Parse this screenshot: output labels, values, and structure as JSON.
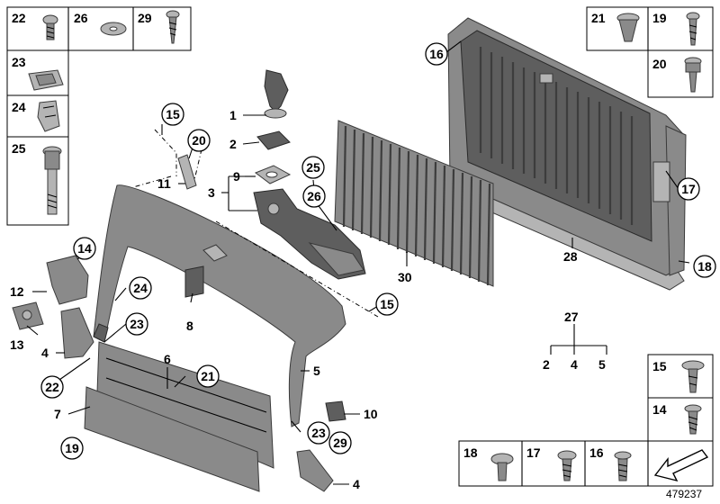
{
  "labels": {
    "l1": "1",
    "l2": "2",
    "l3": "3",
    "l4a": "4",
    "l4b": "4",
    "l5": "5",
    "l6": "6",
    "l7": "7",
    "l8": "8",
    "l9": "9",
    "l10": "10",
    "l11": "11",
    "l12": "12",
    "l13": "13",
    "l14": "14",
    "l15a": "15",
    "l15b": "15",
    "l16": "16",
    "l17": "17",
    "l18": "18",
    "l19": "19",
    "l20": "20",
    "l21": "21",
    "l22": "22",
    "l23a": "23",
    "l23b": "23",
    "l24": "24",
    "l25": "25",
    "l26": "26",
    "l27": "27",
    "l28": "28",
    "l29": "29",
    "l30": "30",
    "g27a": "2",
    "g27b": "4",
    "g27c": "5"
  },
  "boxes": {
    "b22": "22",
    "b26": "26",
    "b29": "29",
    "b23": "23",
    "b24": "24",
    "b25": "25",
    "b21": "21",
    "b19": "19",
    "b20": "20",
    "b15": "15",
    "b14": "14",
    "b18": "18",
    "b17": "17",
    "b16": "16"
  },
  "doc_number": "479237"
}
